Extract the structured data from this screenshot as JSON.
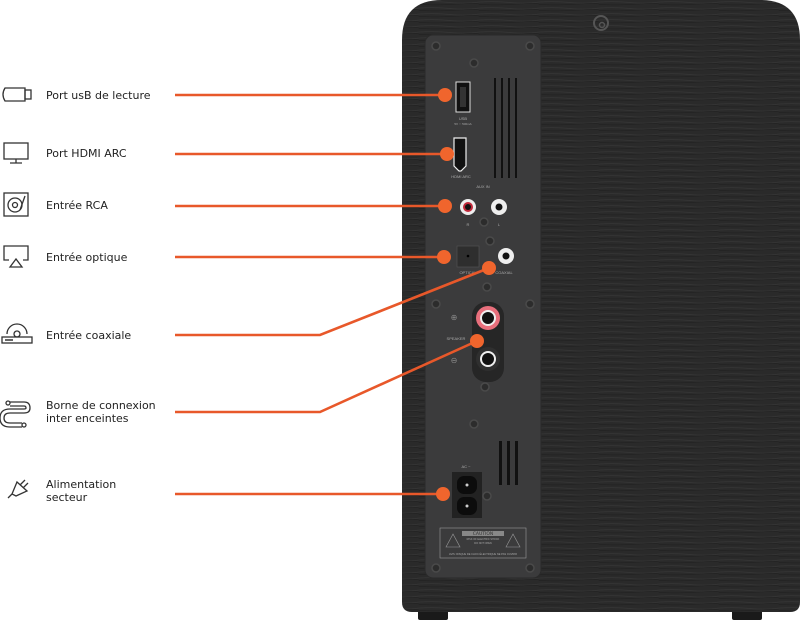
{
  "title": "Speaker rear panel connections",
  "accent_color": "#e8582a",
  "callouts": [
    {
      "icon": "usb-stick-icon",
      "label": "Port usB de lecture"
    },
    {
      "icon": "monitor-icon",
      "label": "Port HDMI ARC"
    },
    {
      "icon": "turntable-icon",
      "label": "Entrée RCA"
    },
    {
      "icon": "airplay-icon",
      "label": "Entrée optique"
    },
    {
      "icon": "disc-player-icon",
      "label": "Entrée coaxiale"
    },
    {
      "icon": "cable-icon",
      "label": "Borne de connexion",
      "label2": "inter enceintes"
    },
    {
      "icon": "plug-icon",
      "label": "Alimentation",
      "label2": "secteur"
    }
  ],
  "panel": {
    "usb": "USB",
    "usb_spec": "5V ⎓ 500mA",
    "hdmi": "HDMI ARC",
    "aux": "AUX IN",
    "r": "R",
    "l": "L",
    "optical": "OPTICAL",
    "coaxial": "COAXIAL",
    "speaker": "SPEAKER",
    "plus": "⊕",
    "minus": "⊖",
    "ac": "AC ~",
    "caution": "CAUTION",
    "caution_sub1": "RISK OF ELECTRIC SHOCK",
    "caution_sub2": "DO NOT OPEN",
    "avis": "AVIS: RISQUE DE CHOC ÉLECTRIQUE  NE PAS OUVRIR"
  }
}
